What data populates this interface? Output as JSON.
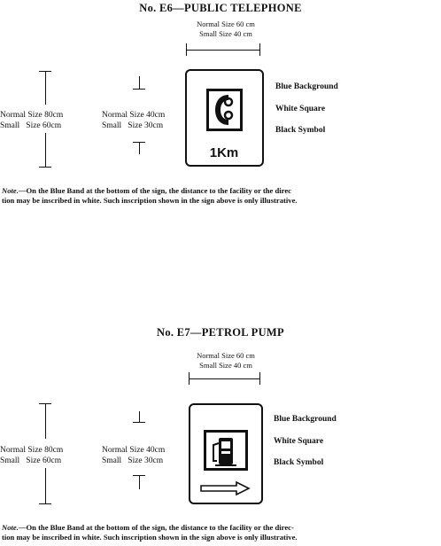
{
  "signs": [
    {
      "title": "No. E6—PUBLIC TELEPHONE",
      "width_normal": "Normal Size 60 cm",
      "width_small": "Small Size 40 cm",
      "outer_normal": "Normal Size 80cm",
      "outer_small": "Small   Size 60cm",
      "inner_normal": "Normal Size 40cm",
      "inner_small": "Small   Size 30cm",
      "legend_background": "Blue Background",
      "legend_square": "White Square",
      "legend_symbol": "Black Symbol",
      "band_text": "1Km",
      "note_lead": "Note.",
      "note_line1": "—On the Blue Band at the bottom of the sign, the distance to the facility or the direc",
      "note_line2": "tion may be inscribed in white.   Such inscription shown in the sign above is only illustrative.",
      "icon": "telephone-icon"
    },
    {
      "title": "No. E7—PETROL PUMP",
      "width_normal": "Normal Size 60 cm",
      "width_small": "Small Size 40 cm",
      "outer_normal": "Normal Size 80cm",
      "outer_small": "Small   Size 60cm",
      "inner_normal": "Normal Size 40cm",
      "inner_small": "Small   Size 30cm",
      "legend_background": "Blue Background",
      "legend_square": "White Square",
      "legend_symbol": "Black Symbol",
      "band_text": "",
      "note_lead": "Note.",
      "note_line1": "—On the Blue Band at the bottom of the sign, the distance to the facility or the direc-",
      "note_line2": "tion may be inscribed in white.   Such inscription shown in the sign above is only illustrative.",
      "icon": "petrol-pump-icon"
    }
  ]
}
